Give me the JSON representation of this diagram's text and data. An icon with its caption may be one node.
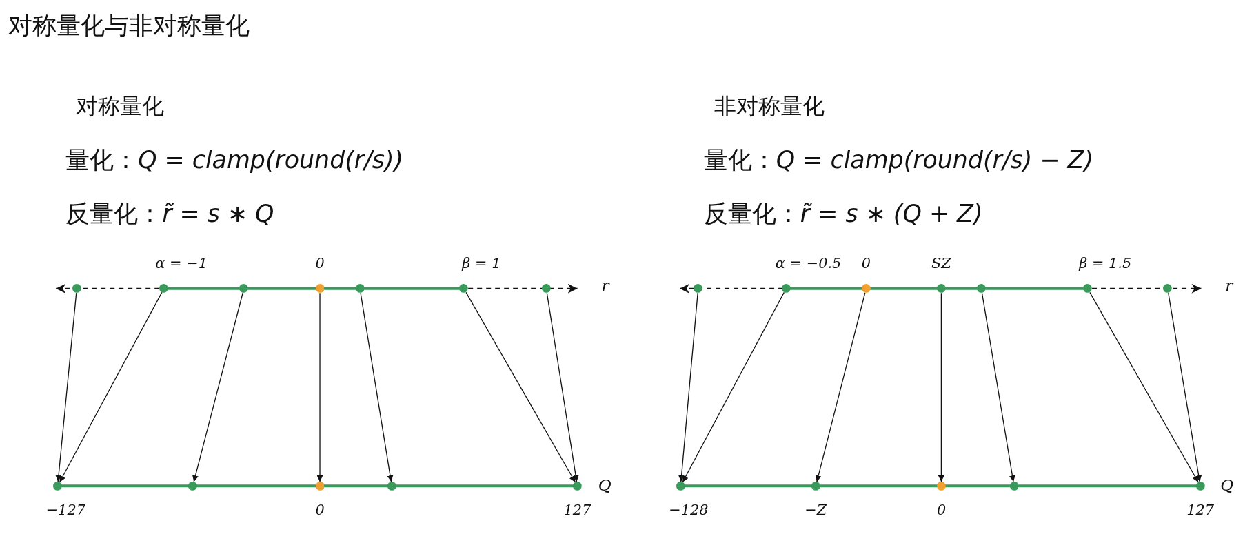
{
  "diagram": {
    "title": "对称量化与非对称量化",
    "nodes": [
      {
        "text": [],
        "shape": "circle"
      },
      {
        "text": [],
        "shape": "circle",
        "beside": [
          "α = −1"
        ]
      },
      {
        "text": [],
        "shape": "circle"
      },
      {
        "text": [],
        "shape": "circle",
        "beside": [
          "0"
        ]
      },
      {
        "text": [],
        "shape": "circle"
      },
      {
        "text": [],
        "shape": "circle",
        "beside": [
          "β = 1"
        ]
      },
      {
        "text": [],
        "shape": "circle"
      },
      {
        "text": [],
        "shape": "circle",
        "beside": [
          "−127"
        ]
      },
      {
        "text": [],
        "shape": "circle"
      },
      {
        "text": [],
        "shape": "circle",
        "beside": [
          "0"
        ]
      },
      {
        "text": [],
        "shape": "circle"
      },
      {
        "text": [],
        "shape": "circle",
        "beside": [
          "127"
        ]
      },
      {
        "text": [],
        "shape": "circle"
      },
      {
        "text": [],
        "shape": "circle",
        "beside": [
          "α = −0.5"
        ]
      },
      {
        "text": [],
        "shape": "circle",
        "beside": [
          "0"
        ]
      },
      {
        "text": [],
        "shape": "circle",
        "beside": [
          "SZ"
        ]
      },
      {
        "text": [],
        "shape": "circle"
      },
      {
        "text": [],
        "shape": "circle",
        "beside": [
          "β = 1.5"
        ]
      },
      {
        "text": [],
        "shape": "circle"
      },
      {
        "text": [],
        "shape": "circle",
        "beside": [
          "−128"
        ]
      },
      {
        "text": [],
        "shape": "circle",
        "beside": [
          "−Z"
        ]
      },
      {
        "text": [],
        "shape": "circle",
        "beside": [
          "0"
        ]
      },
      {
        "text": [],
        "shape": "circle"
      },
      {
        "text": [],
        "shape": "circle",
        "beside": [
          "127"
        ]
      }
    ],
    "edges": [
      {
        "from": 0,
        "to": 7,
        "arrow": "to"
      },
      {
        "from": 1,
        "to": 7,
        "arrow": "to"
      },
      {
        "from": 2,
        "to": 8,
        "arrow": "to"
      },
      {
        "from": 3,
        "to": 9,
        "arrow": "to"
      },
      {
        "from": 4,
        "to": 10,
        "arrow": "to"
      },
      {
        "from": 5,
        "to": 11,
        "arrow": "to"
      },
      {
        "from": 6,
        "to": 11,
        "arrow": "to"
      },
      {
        "from": 12,
        "to": 19,
        "arrow": "to"
      },
      {
        "from": 13,
        "to": 19,
        "arrow": "to"
      },
      {
        "from": 14,
        "to": 20,
        "arrow": "to"
      },
      {
        "from": 15,
        "to": 21,
        "arrow": "to"
      },
      {
        "from": 16,
        "to": 22,
        "arrow": "to"
      },
      {
        "from": 17,
        "to": 23,
        "arrow": "to"
      },
      {
        "from": 18,
        "to": 23,
        "arrow": "to"
      }
    ],
    "labels": [
      "对称量化",
      "非对称量化",
      "量化：*Q = clamp(round(r/s))*",
      "量化：*Q = clamp(round(r/s) − Z)*",
      "反量化：*r̃ = s ∗ Q*",
      "反量化：*r̃ = s ∗ (Q + Z)*",
      "r",
      "Q",
      "r",
      "Q"
    ]
  }
}
